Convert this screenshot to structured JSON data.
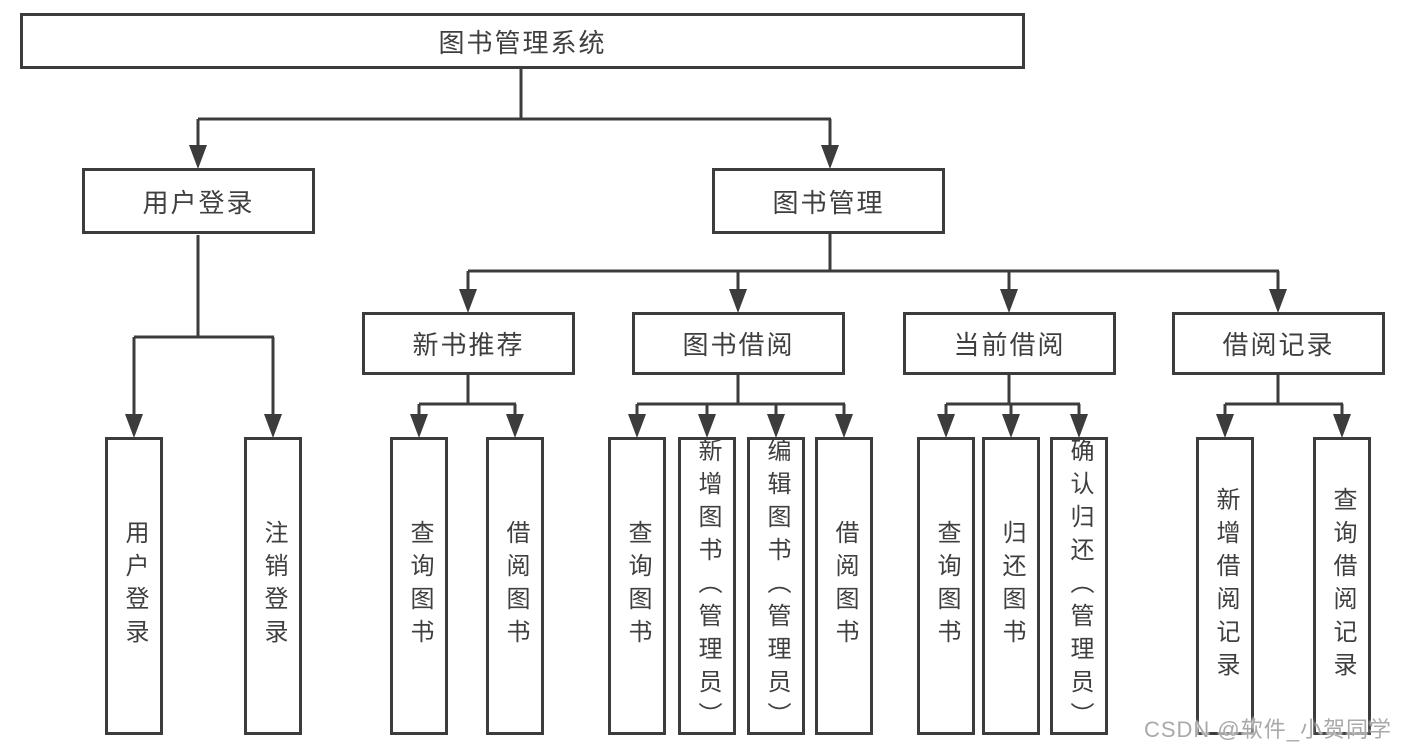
{
  "tree": {
    "label": "图书管理系统",
    "children": [
      {
        "label": "用户登录",
        "children": [
          {
            "label": "用户登录"
          },
          {
            "label": "注销登录"
          }
        ]
      },
      {
        "label": "图书管理",
        "children": [
          {
            "label": "新书推荐",
            "children": [
              {
                "label": "查询图书"
              },
              {
                "label": "借阅图书"
              }
            ]
          },
          {
            "label": "图书借阅",
            "children": [
              {
                "label": "查询图书"
              },
              {
                "label": "新增图书（管理员）"
              },
              {
                "label": "编辑图书（管理员）"
              },
              {
                "label": "借阅图书"
              }
            ]
          },
          {
            "label": "当前借阅",
            "children": [
              {
                "label": "查询图书"
              },
              {
                "label": "归还图书"
              },
              {
                "label": "确认归还（管理员）"
              }
            ]
          },
          {
            "label": "借阅记录",
            "children": [
              {
                "label": "新增借阅记录"
              },
              {
                "label": "查询借阅记录"
              }
            ]
          }
        ]
      }
    ]
  },
  "watermark": {
    "text": "CSDN @软件_小贺同学"
  },
  "colors": {
    "line": "#3c3c3c",
    "text": "#3f3f3f",
    "box_background": "#ffffff",
    "watermark": "#a9a9a9"
  }
}
